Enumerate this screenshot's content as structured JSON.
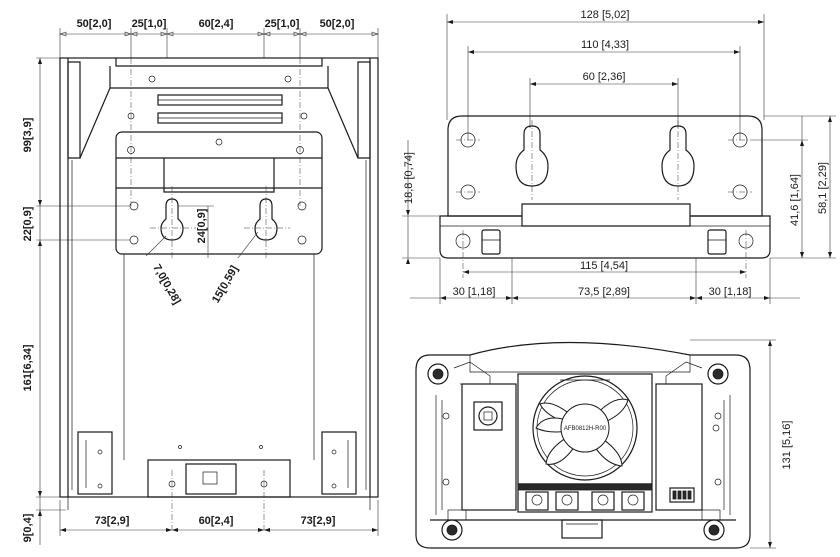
{
  "front_view": {
    "top_dims": [
      "50[2,0]",
      "25[1,0]",
      "60[2,4]",
      "25[1,0]",
      "50[2,0]"
    ],
    "left_dims": [
      "99[3,9]",
      "22[0,9]",
      "161[6,34]",
      "9[0,4]"
    ],
    "inner_dims": [
      "24[0,9]",
      "7,0[0,28]",
      "15[0,59]"
    ],
    "bottom_dims": [
      "73[2,9]",
      "60[2,4]",
      "73[2,9]"
    ]
  },
  "bracket_view": {
    "top_dims": [
      "128 [5,02]",
      "110 [4,33]",
      "60 [2,36]"
    ],
    "left_dim": "18,8 [0,74]",
    "right_dims": [
      "41,6 [1,64]",
      "58,1 [2,29]"
    ],
    "bottom_dims": [
      "115 [4,54]",
      "30 [1,18]",
      "73,5 [2,89]",
      "30 [1,18]"
    ]
  },
  "bottom_view": {
    "fan_label": "AFB0812H-R00",
    "height_dim": "131 [5,16]"
  }
}
